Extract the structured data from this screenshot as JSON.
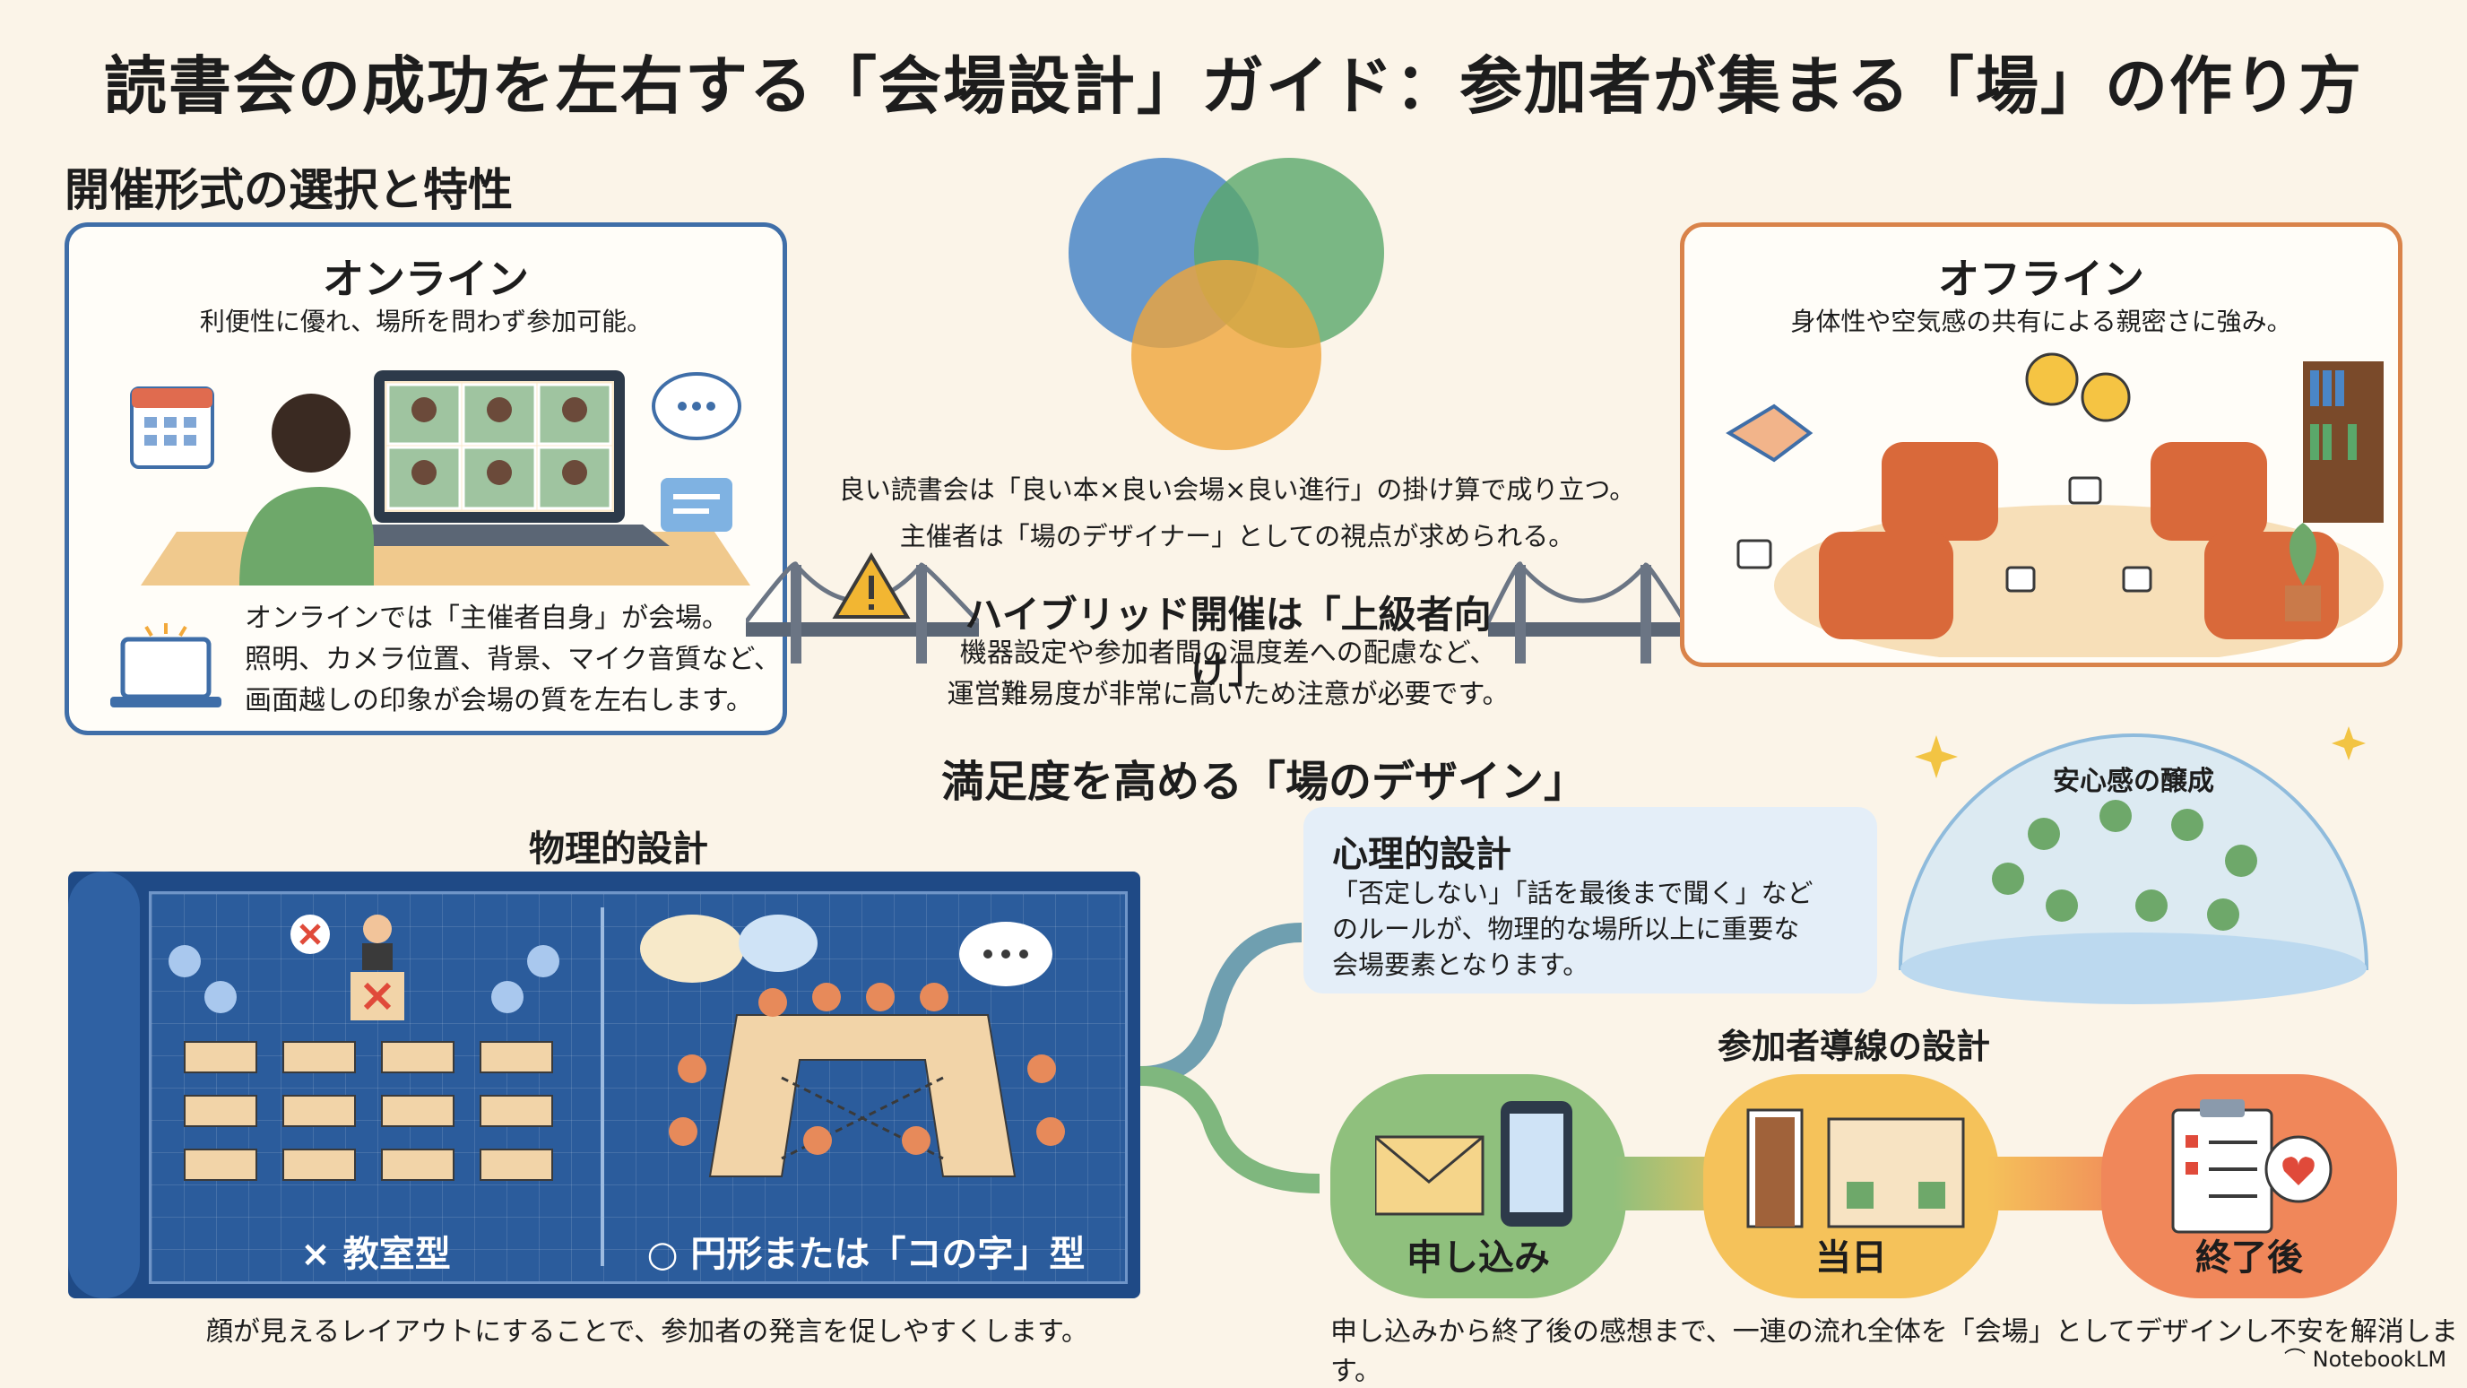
{
  "title": "読書会の成功を左右する「会場設計」ガイド：参加者が集まる「場」の作り方",
  "format_section": {
    "title": "開催形式の選択と特性",
    "online": {
      "heading": "オンライン",
      "subtitle": "利便性に優れ、場所を問わず参加可能。",
      "note_lines": [
        "オンラインでは「主催者自身」が会場。",
        "照明、カメラ位置、背景、マイク音質など、",
        "画面越しの印象が会場の質を左右します。"
      ]
    },
    "offline": {
      "heading": "オフライン",
      "subtitle": "身体性や空気感の共有による親密さに強み。"
    },
    "center_lines": [
      "良い読書会は「良い本×良い会場×良い進行」の掛け算で成り立つ。",
      "主催者は「場のデザイナー」としての視点が求められる。"
    ],
    "hybrid": {
      "heading": "ハイブリッド開催は「上級者向け」",
      "lines": [
        "機器設定や参加者間の温度差への配慮など、",
        "運営難易度が非常に高いため注意が必要です。"
      ]
    }
  },
  "design_section": {
    "title": "満足度を高める「場のデザイン」",
    "physical": {
      "title": "物理的設計",
      "bad_label": "× 教室型",
      "good_label": "○ 円形または「コの字」型",
      "caption": "顔が見えるレイアウトにすることで、参加者の発言を促しやすくします。"
    },
    "psychological": {
      "title": "心理的設計",
      "lines": [
        "「否定しない」「話を最後まで聞く」など",
        "のルールが、物理的な場所以上に重要な",
        "会場要素となります。"
      ],
      "dome_label": "安心感の醸成"
    },
    "flow": {
      "title": "参加者導線の設計",
      "stages": [
        "申し込み",
        "当日",
        "終了後"
      ],
      "caption": "申し込みから終了後の感想まで、一連の流れ全体を「会場」としてデザインし不安を解消します。"
    }
  },
  "brand": "NotebookLM",
  "colors": {
    "background": "#fbf4e8",
    "online_border": "#3f6ea8",
    "offline_border": "#d9834a",
    "blueprint": "#1f4a86",
    "stage_green": "#8fc07d",
    "stage_yellow": "#f5c25a",
    "stage_orange": "#f0875a"
  }
}
